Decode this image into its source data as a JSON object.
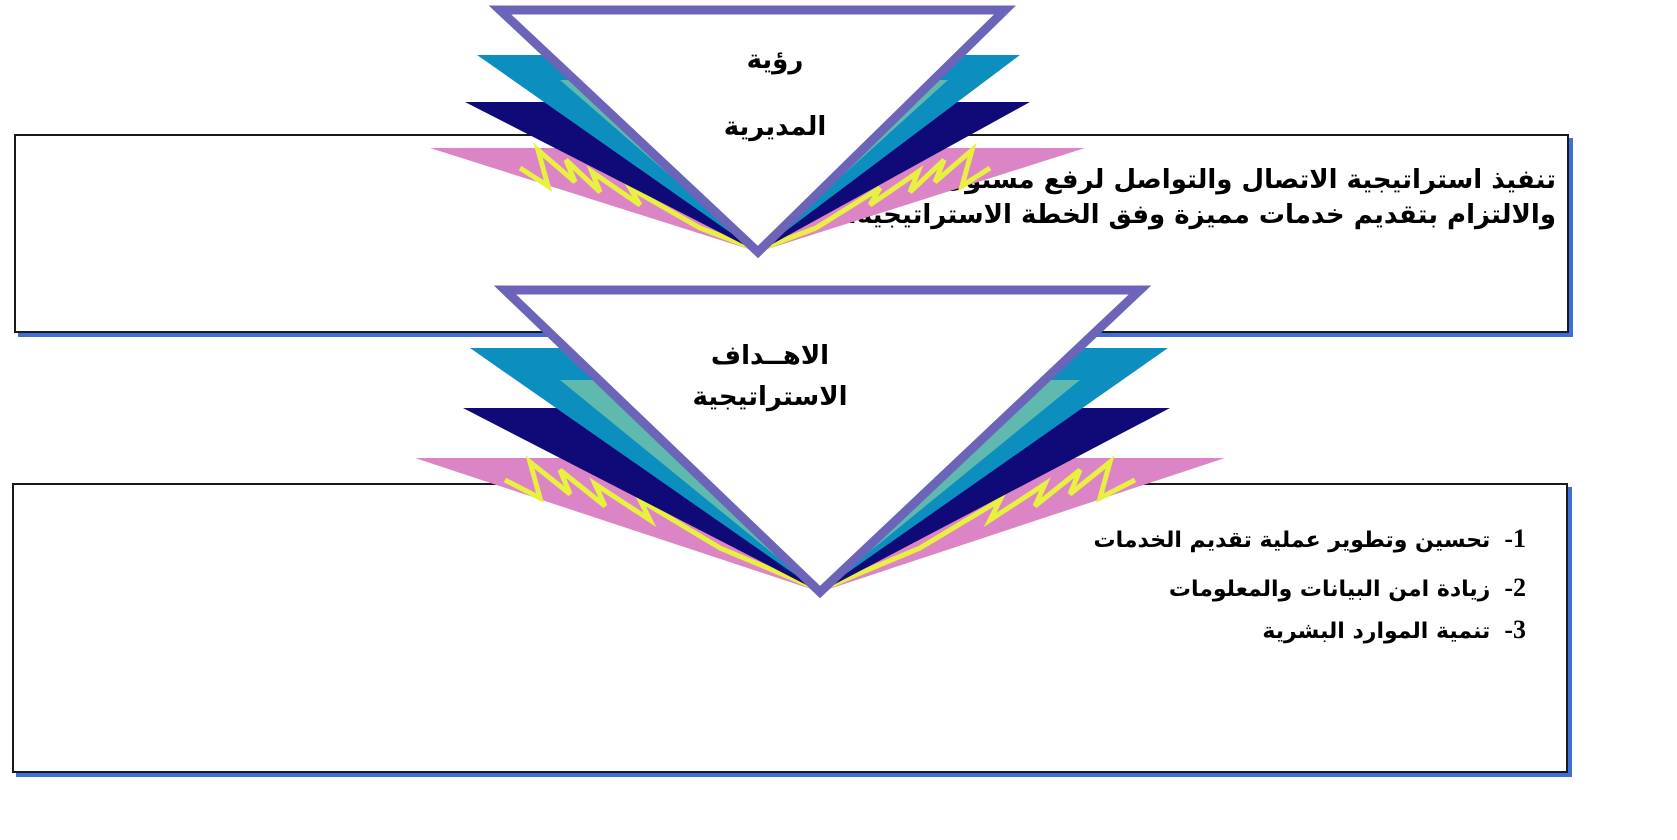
{
  "vision": {
    "title_line1": "رؤية",
    "title_line2": "المديرية",
    "line1": "تنفيذ استراتيجية الاتصال والتواصل لرفع مستوى الأداء الاعلامي",
    "line2": "والالتزام بتقديم خدمات مميزة وفق الخطة الاستراتيجية."
  },
  "goals": {
    "title_line1": "الاهــداف",
    "title_line2": "الاستراتيجية",
    "items": [
      {
        "number": "1-",
        "text": "تحسين وتطوير عملية تقديم الخدمات"
      },
      {
        "number": "2-",
        "text": "زيادة امن البيانات والمعلومات"
      },
      {
        "number": "3-",
        "text": "تنمية الموارد البشرية"
      }
    ]
  },
  "colors": {
    "border": "#1a1a1a",
    "shadow": "#3d6fd6",
    "triangle_outline": "#6b64b8",
    "teal": "#0c8fbf",
    "aqua": "#5fb9ae",
    "navy": "#0f0a78",
    "pink": "#dc85c6",
    "yellow": "#e8f040"
  }
}
